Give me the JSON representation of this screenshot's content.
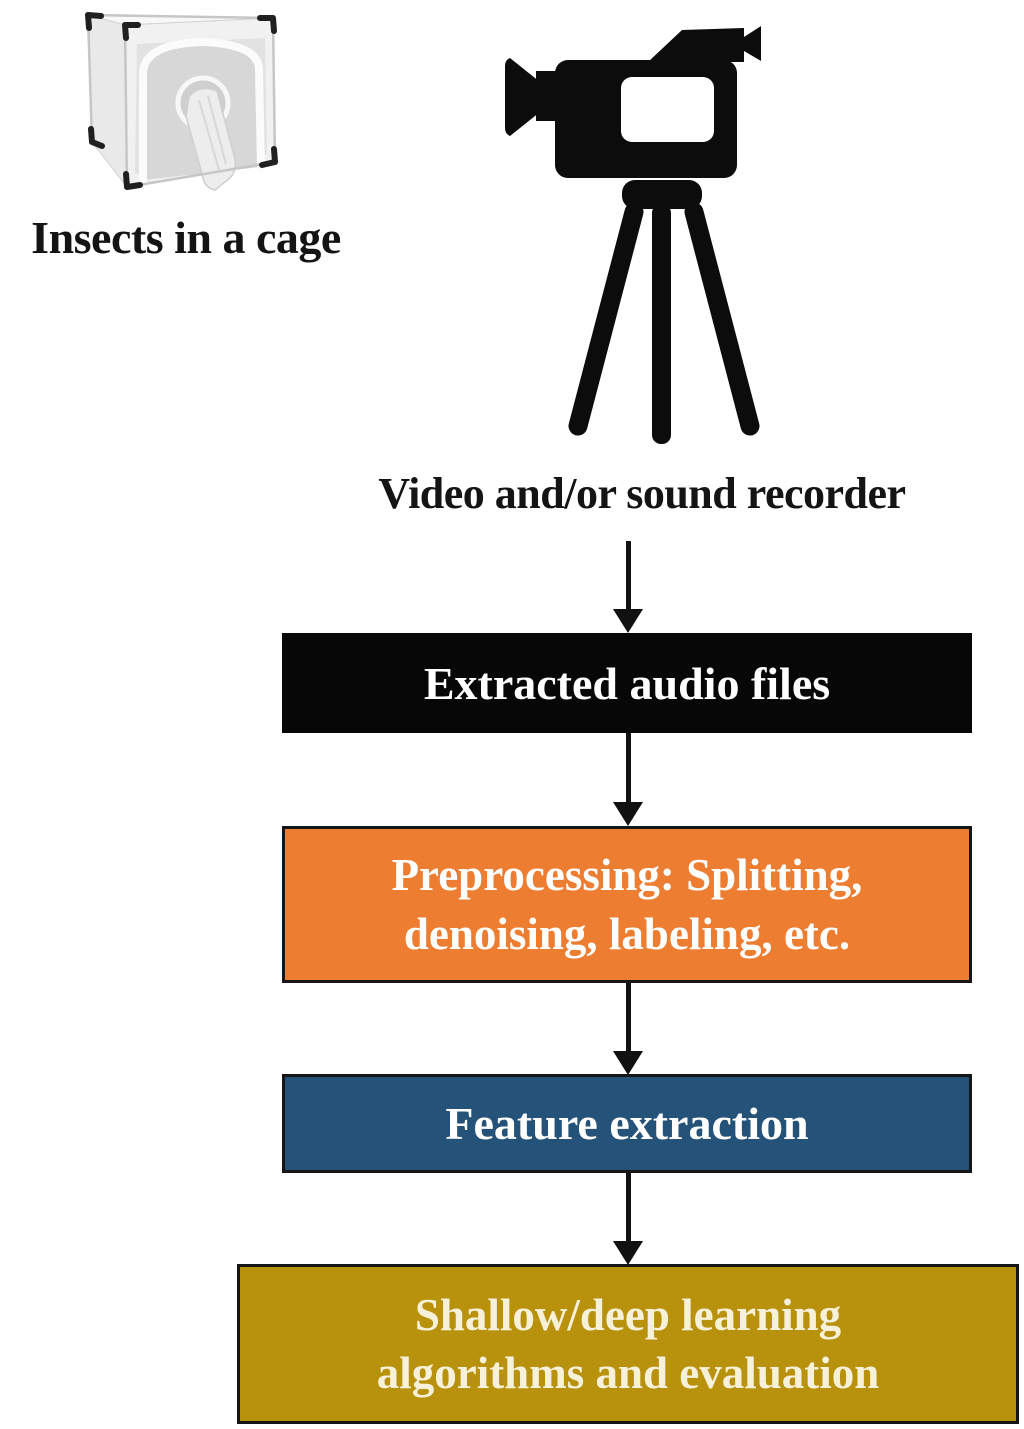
{
  "figure": {
    "source": {
      "icon": "insect-cage-image",
      "label": "Insects in a cage"
    },
    "recorder": {
      "icon": "video-camera-tripod-icon",
      "label": "Video and/or sound recorder"
    },
    "arrow_color": "#111111",
    "flow": [
      {
        "id": "extracted-audio-files",
        "label": "Extracted audio files",
        "bg": "#070707",
        "fg": "#ffffff"
      },
      {
        "id": "preprocessing",
        "label": "Preprocessing: Splitting, denoising, labeling, etc.",
        "bg": "#ED7D31",
        "fg": "#ffffff"
      },
      {
        "id": "feature-extraction",
        "label": "Feature extraction",
        "bg": "#245278",
        "fg": "#ffffff"
      },
      {
        "id": "learning-evaluation",
        "label": "Shallow/deep learning algorithms and evaluation",
        "bg": "#B8910D",
        "fg": "#F7F1DA"
      }
    ]
  }
}
